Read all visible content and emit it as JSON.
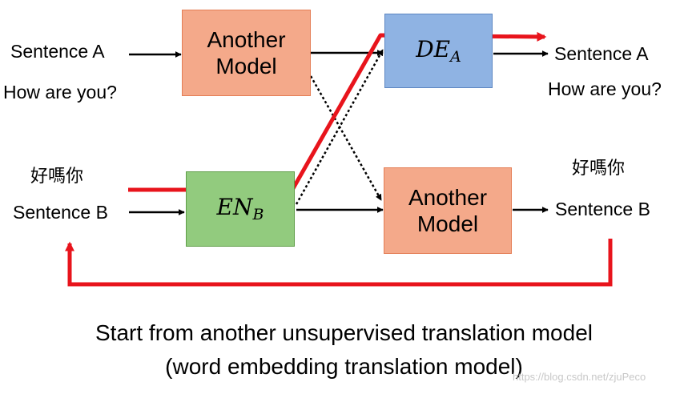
{
  "inputs": {
    "sentence_a": "Sentence A",
    "how_are_you": "How are you?",
    "chinese": "好嗎你",
    "sentence_b": "Sentence B"
  },
  "outputs": {
    "sentence_a": "Sentence A",
    "how_are_you": "How are you?",
    "chinese": "好嗎你",
    "sentence_b": "Sentence B"
  },
  "boxes": {
    "another_model_top": [
      "Another",
      "Model"
    ],
    "de_a": {
      "base": "DE",
      "sub": "A"
    },
    "en_b": {
      "base": "EN",
      "sub": "B"
    },
    "another_model_bottom": [
      "Another",
      "Model"
    ]
  },
  "caption": {
    "line1": "Start from another unsupervised translation model",
    "line2": "(word embedding translation model)"
  },
  "watermark": "https://blog.csdn.net/zjuPeco",
  "colors": {
    "red_path": "#e8141c",
    "orange_box": "#f4a98a",
    "blue_box": "#8fb3e3",
    "green_box": "#92cb7e"
  }
}
